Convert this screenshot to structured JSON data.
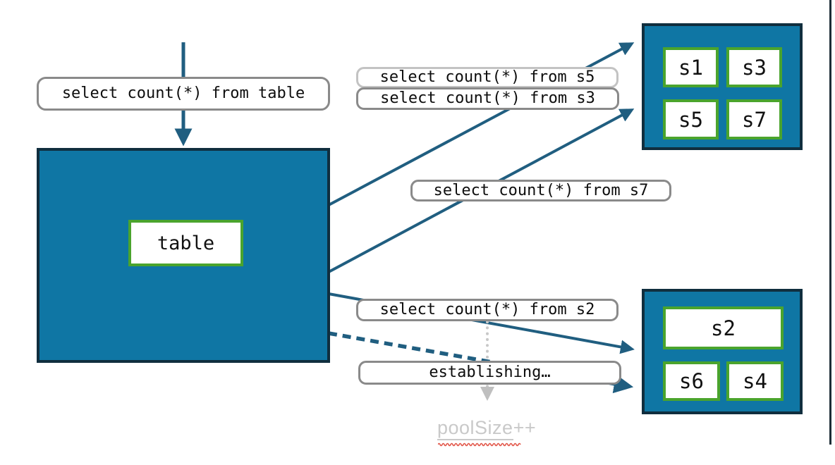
{
  "labels": {
    "query_table": "select count(*) from table",
    "query_s5": "select count(*) from s5",
    "query_s3": "select count(*) from s3",
    "query_s7": "select count(*) from s7",
    "query_s2": "select count(*) from s2",
    "establishing": "establishing…"
  },
  "table_box": {
    "label": "table"
  },
  "shard_pool_top": {
    "shards": [
      "s1",
      "s3",
      "s5",
      "s7"
    ]
  },
  "shard_pool_bottom": {
    "shard_wide": "s2",
    "shards": [
      "s6",
      "s4"
    ]
  },
  "pool_note": {
    "full": "poolSize++",
    "underlined": "poolSize",
    "rest": "++"
  },
  "arrows": [
    {
      "style": "solid",
      "from": "client",
      "to": "table",
      "label": "select count(*) from table"
    },
    {
      "style": "solid",
      "from": "table",
      "to": "shard-pool-top",
      "labels": [
        "select count(*) from s5",
        "select count(*) from s3"
      ]
    },
    {
      "style": "solid",
      "from": "table",
      "to": "shard-pool-top",
      "labels": [
        "select count(*) from s7"
      ]
    },
    {
      "style": "solid",
      "from": "table",
      "to": "shard-pool-bottom",
      "labels": [
        "select count(*) from s2"
      ]
    },
    {
      "style": "dashed",
      "from": "table",
      "to": "shard-pool-bottom",
      "labels": [
        "establishing…"
      ]
    },
    {
      "style": "dotted-gray",
      "from": "query_s2_label",
      "to": "poolSize++",
      "labels": []
    }
  ],
  "colors": {
    "pool_fill": "#0f76a4",
    "pool_border": "#102e3e",
    "shard_border": "#4aa42d",
    "arrow_teal": "#205e80",
    "label_border": "#8a8a8a",
    "label_border_light": "#c3c3c3",
    "note_gray": "#c9c9c9",
    "squiggle_red": "#e2574a",
    "dotted_gray": "#c8c8c8"
  }
}
